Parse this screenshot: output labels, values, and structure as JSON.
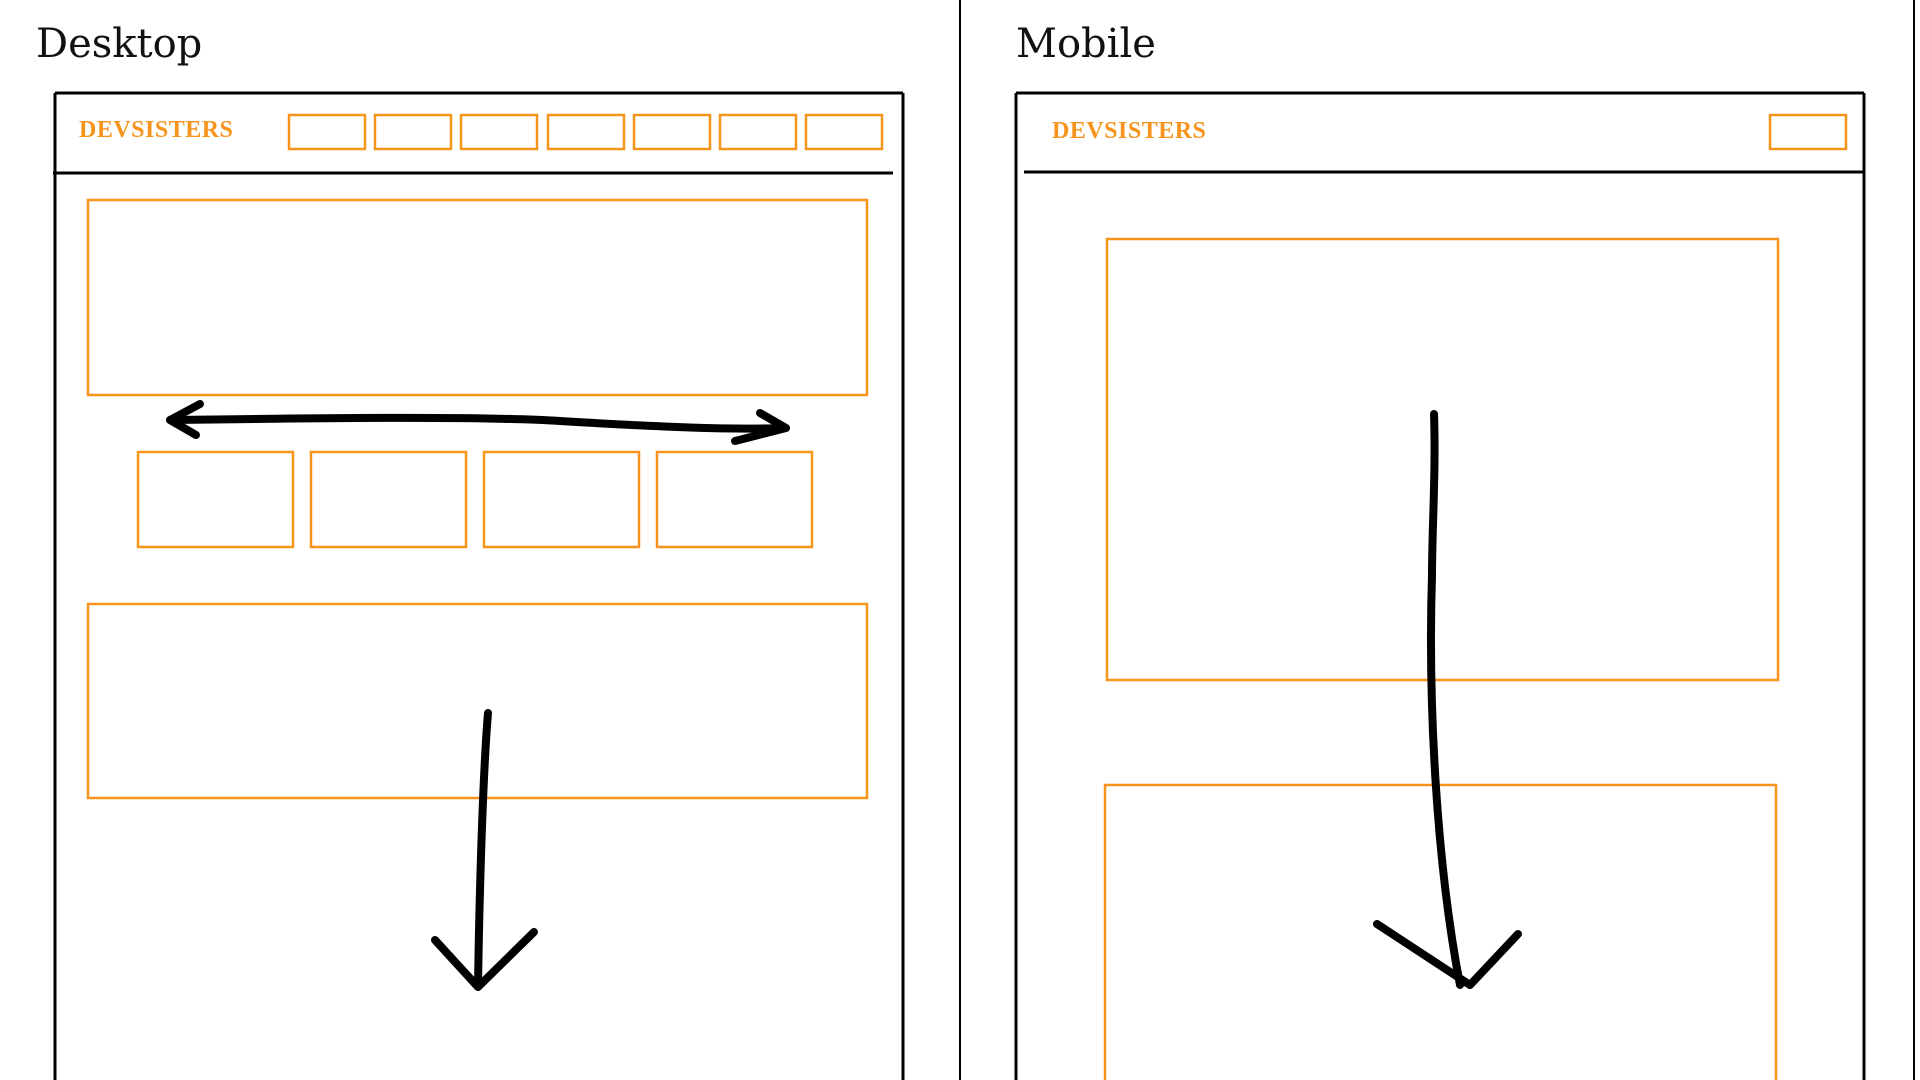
{
  "colors": {
    "accent": "#f7941d",
    "ink": "#000000"
  },
  "desktop": {
    "title": "Desktop",
    "brand": "DEVSISTERS",
    "nav_button_count": 7,
    "card_count": 4,
    "arrows": [
      "left-right-arrow",
      "down-arrow"
    ]
  },
  "mobile": {
    "title": "Mobile",
    "brand": "DEVSISTERS",
    "nav_button_count": 1,
    "arrows": [
      "down-arrow"
    ]
  }
}
